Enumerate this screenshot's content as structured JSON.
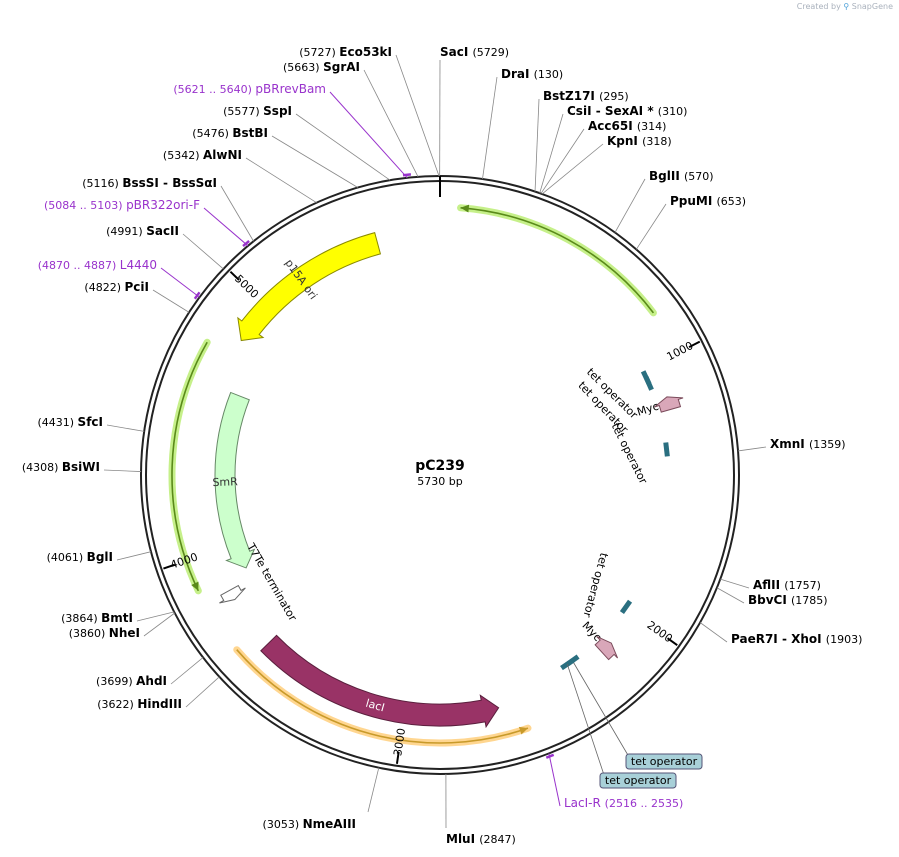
{
  "credit": {
    "prefix": "Created by",
    "brand": "SnapGene"
  },
  "plasmid": {
    "name": "pC239",
    "length": "5730 bp",
    "total": 5730
  },
  "ticks": [
    {
      "pos": 1000,
      "label": "1000"
    },
    {
      "pos": 2000,
      "label": "2000"
    },
    {
      "pos": 3000,
      "label": "3000"
    },
    {
      "pos": 4000,
      "label": "4000"
    },
    {
      "pos": 5000,
      "label": "5000"
    }
  ],
  "sites": [
    {
      "pos": 5729,
      "name": "SacI",
      "num": "(5729)",
      "side": "right"
    },
    {
      "pos": 5727,
      "name": "Eco53kI",
      "num": "(5727)",
      "side": "left"
    },
    {
      "pos": 5663,
      "name": "SgrAI",
      "num": "(5663)",
      "side": "left"
    },
    {
      "pos": 5630,
      "name": "pBRrevBam",
      "num": "(5621 .. 5640)",
      "side": "left",
      "primer": true
    },
    {
      "pos": 5577,
      "name": "SspI",
      "num": "(5577)",
      "side": "left"
    },
    {
      "pos": 5476,
      "name": "BstBI",
      "num": "(5476)",
      "side": "left"
    },
    {
      "pos": 5342,
      "name": "AlwNI",
      "num": "(5342)",
      "side": "left"
    },
    {
      "pos": 5116,
      "name": "BssSI - BssSαI",
      "num": "(5116)",
      "side": "left"
    },
    {
      "pos": 5094,
      "name": "pBR322ori-F",
      "num": "(5084 .. 5103)",
      "side": "left",
      "primer": true
    },
    {
      "pos": 4991,
      "name": "SacII",
      "num": "(4991)",
      "side": "left"
    },
    {
      "pos": 4878,
      "name": "L4440",
      "num": "(4870 .. 4887)",
      "side": "left",
      "primer": true
    },
    {
      "pos": 4822,
      "name": "PciI",
      "num": "(4822)",
      "side": "left"
    },
    {
      "pos": 4431,
      "name": "SfcI",
      "num": "(4431)",
      "side": "left"
    },
    {
      "pos": 4308,
      "name": "BsiWI",
      "num": "(4308)",
      "side": "left"
    },
    {
      "pos": 4061,
      "name": "BglI",
      "num": "(4061)",
      "side": "left"
    },
    {
      "pos": 3864,
      "name": "BmtI",
      "num": "(3864)",
      "side": "left"
    },
    {
      "pos": 3860,
      "name": "NheI",
      "num": "(3860)",
      "side": "left"
    },
    {
      "pos": 3699,
      "name": "AhdI",
      "num": "(3699)",
      "side": "left"
    },
    {
      "pos": 3622,
      "name": "HindIII",
      "num": "(3622)",
      "side": "left"
    },
    {
      "pos": 3053,
      "name": "NmeAIII",
      "num": "(3053)",
      "side": "left"
    },
    {
      "pos": 2847,
      "name": "MluI",
      "num": "(2847)",
      "side": "right"
    },
    {
      "pos": 2525,
      "name": "LacI-R",
      "num": "(2516 .. 2535)",
      "side": "right",
      "primer": true
    },
    {
      "pos": 130,
      "name": "DraI",
      "num": "(130)",
      "side": "right"
    },
    {
      "pos": 295,
      "name": "BstZ17I",
      "num": "(295)",
      "side": "right"
    },
    {
      "pos": 310,
      "name": "CsiI - SexAI *",
      "num": "(310)",
      "side": "right"
    },
    {
      "pos": 314,
      "name": "Acc65I",
      "num": "(314)",
      "side": "right"
    },
    {
      "pos": 318,
      "name": "KpnI",
      "num": "(318)",
      "side": "right"
    },
    {
      "pos": 570,
      "name": "BglII",
      "num": "(570)",
      "side": "right"
    },
    {
      "pos": 653,
      "name": "PpuMI",
      "num": "(653)",
      "side": "right"
    },
    {
      "pos": 1359,
      "name": "XmnI",
      "num": "(1359)",
      "side": "right"
    },
    {
      "pos": 1757,
      "name": "AflII",
      "num": "(1757)",
      "side": "right"
    },
    {
      "pos": 1785,
      "name": "BbvCI",
      "num": "(1785)",
      "side": "right"
    },
    {
      "pos": 1903,
      "name": "PaeR7I - XhoI",
      "num": "(1903)",
      "side": "right"
    }
  ],
  "features": [
    {
      "name": "p15A ori",
      "start": 4840,
      "end": 5490,
      "dir": -1,
      "color": "#ffff00",
      "stroke": "#8a8a00",
      "text": "#333333",
      "ring": "outer"
    },
    {
      "name": "SmR",
      "start": 3890,
      "end": 4640,
      "dir": -1,
      "color": "#ccffcc",
      "stroke": "#668866",
      "text": "#333333",
      "ring": "inner"
    },
    {
      "name": "lacI",
      "start": 2640,
      "end": 3590,
      "dir": -1,
      "color": "#993366",
      "stroke": "#5a1f3d",
      "text": "#ffffff",
      "ring": "outer"
    },
    {
      "name": "T7Te terminator",
      "start": 3800,
      "end": 3840,
      "dir": -1,
      "color": "#ffffff",
      "stroke": "#666666",
      "text": "#000000",
      "ring": "outer"
    },
    {
      "name": "Myc",
      "start": 1130,
      "end": 1180,
      "dir": -1,
      "color": "#d9a7b9",
      "stroke": "#7a4a5a",
      "text": "#000000",
      "ring": "outer"
    },
    {
      "name": "Myc",
      "start": 2140,
      "end": 2190,
      "dir": -1,
      "color": "#d9a7b9",
      "stroke": "#7a4a5a",
      "text": "#000000",
      "ring": "outer"
    }
  ],
  "operators": [
    {
      "pos": 1030,
      "label": "tet operator"
    },
    {
      "pos": 1055,
      "label": "tet operator"
    },
    {
      "pos": 1330,
      "label": "tet operator"
    },
    {
      "pos": 1995,
      "label": "tet operator"
    },
    {
      "pos": 2300,
      "label": "tet operator",
      "boxed": true
    },
    {
      "pos": 2325,
      "label": "tet operator",
      "boxed": true
    }
  ],
  "transcripts": [
    {
      "start": 70,
      "end": 840,
      "color": "#5a8a1a",
      "glow": "#c6f08a"
    },
    {
      "start": 3890,
      "end": 4770,
      "color": "#5a8a1a",
      "glow": "#c6f08a"
    },
    {
      "start": 2560,
      "end": 3650,
      "color": "#c89a2a",
      "glow": "#ffd690"
    }
  ],
  "colors": {
    "primer": "#9933cc",
    "operator": "#2a6f80",
    "operatorBox": "#a8d0d8"
  }
}
